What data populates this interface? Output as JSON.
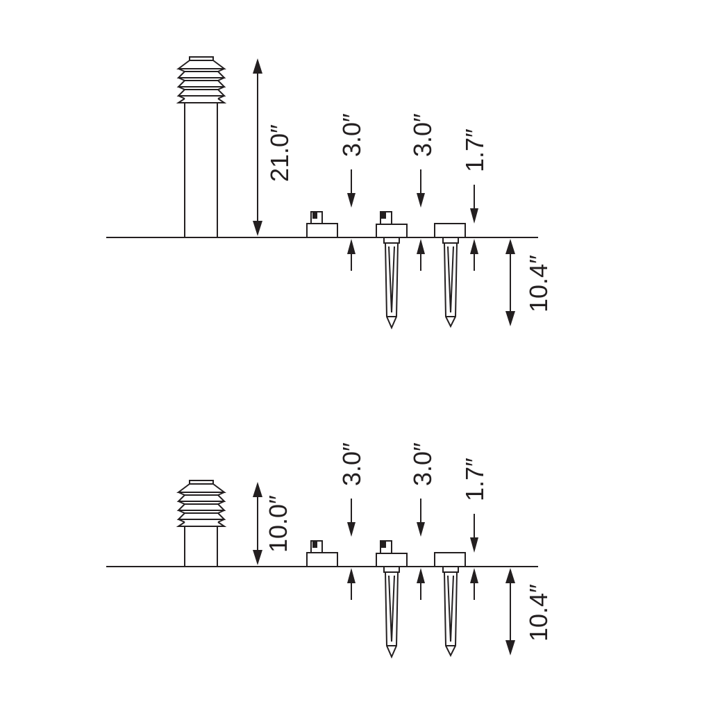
{
  "line_color": "#231f20",
  "background": "#ffffff",
  "diagrams": [
    {
      "bollard_height": "21.0″",
      "mount_heights": [
        "3.0″",
        "3.0″",
        "1.7″"
      ],
      "spike_depth": "10.4″"
    },
    {
      "bollard_height": "10.0″",
      "mount_heights": [
        "3.0″",
        "3.0″",
        "1.7″"
      ],
      "spike_depth": "10.4″"
    }
  ]
}
